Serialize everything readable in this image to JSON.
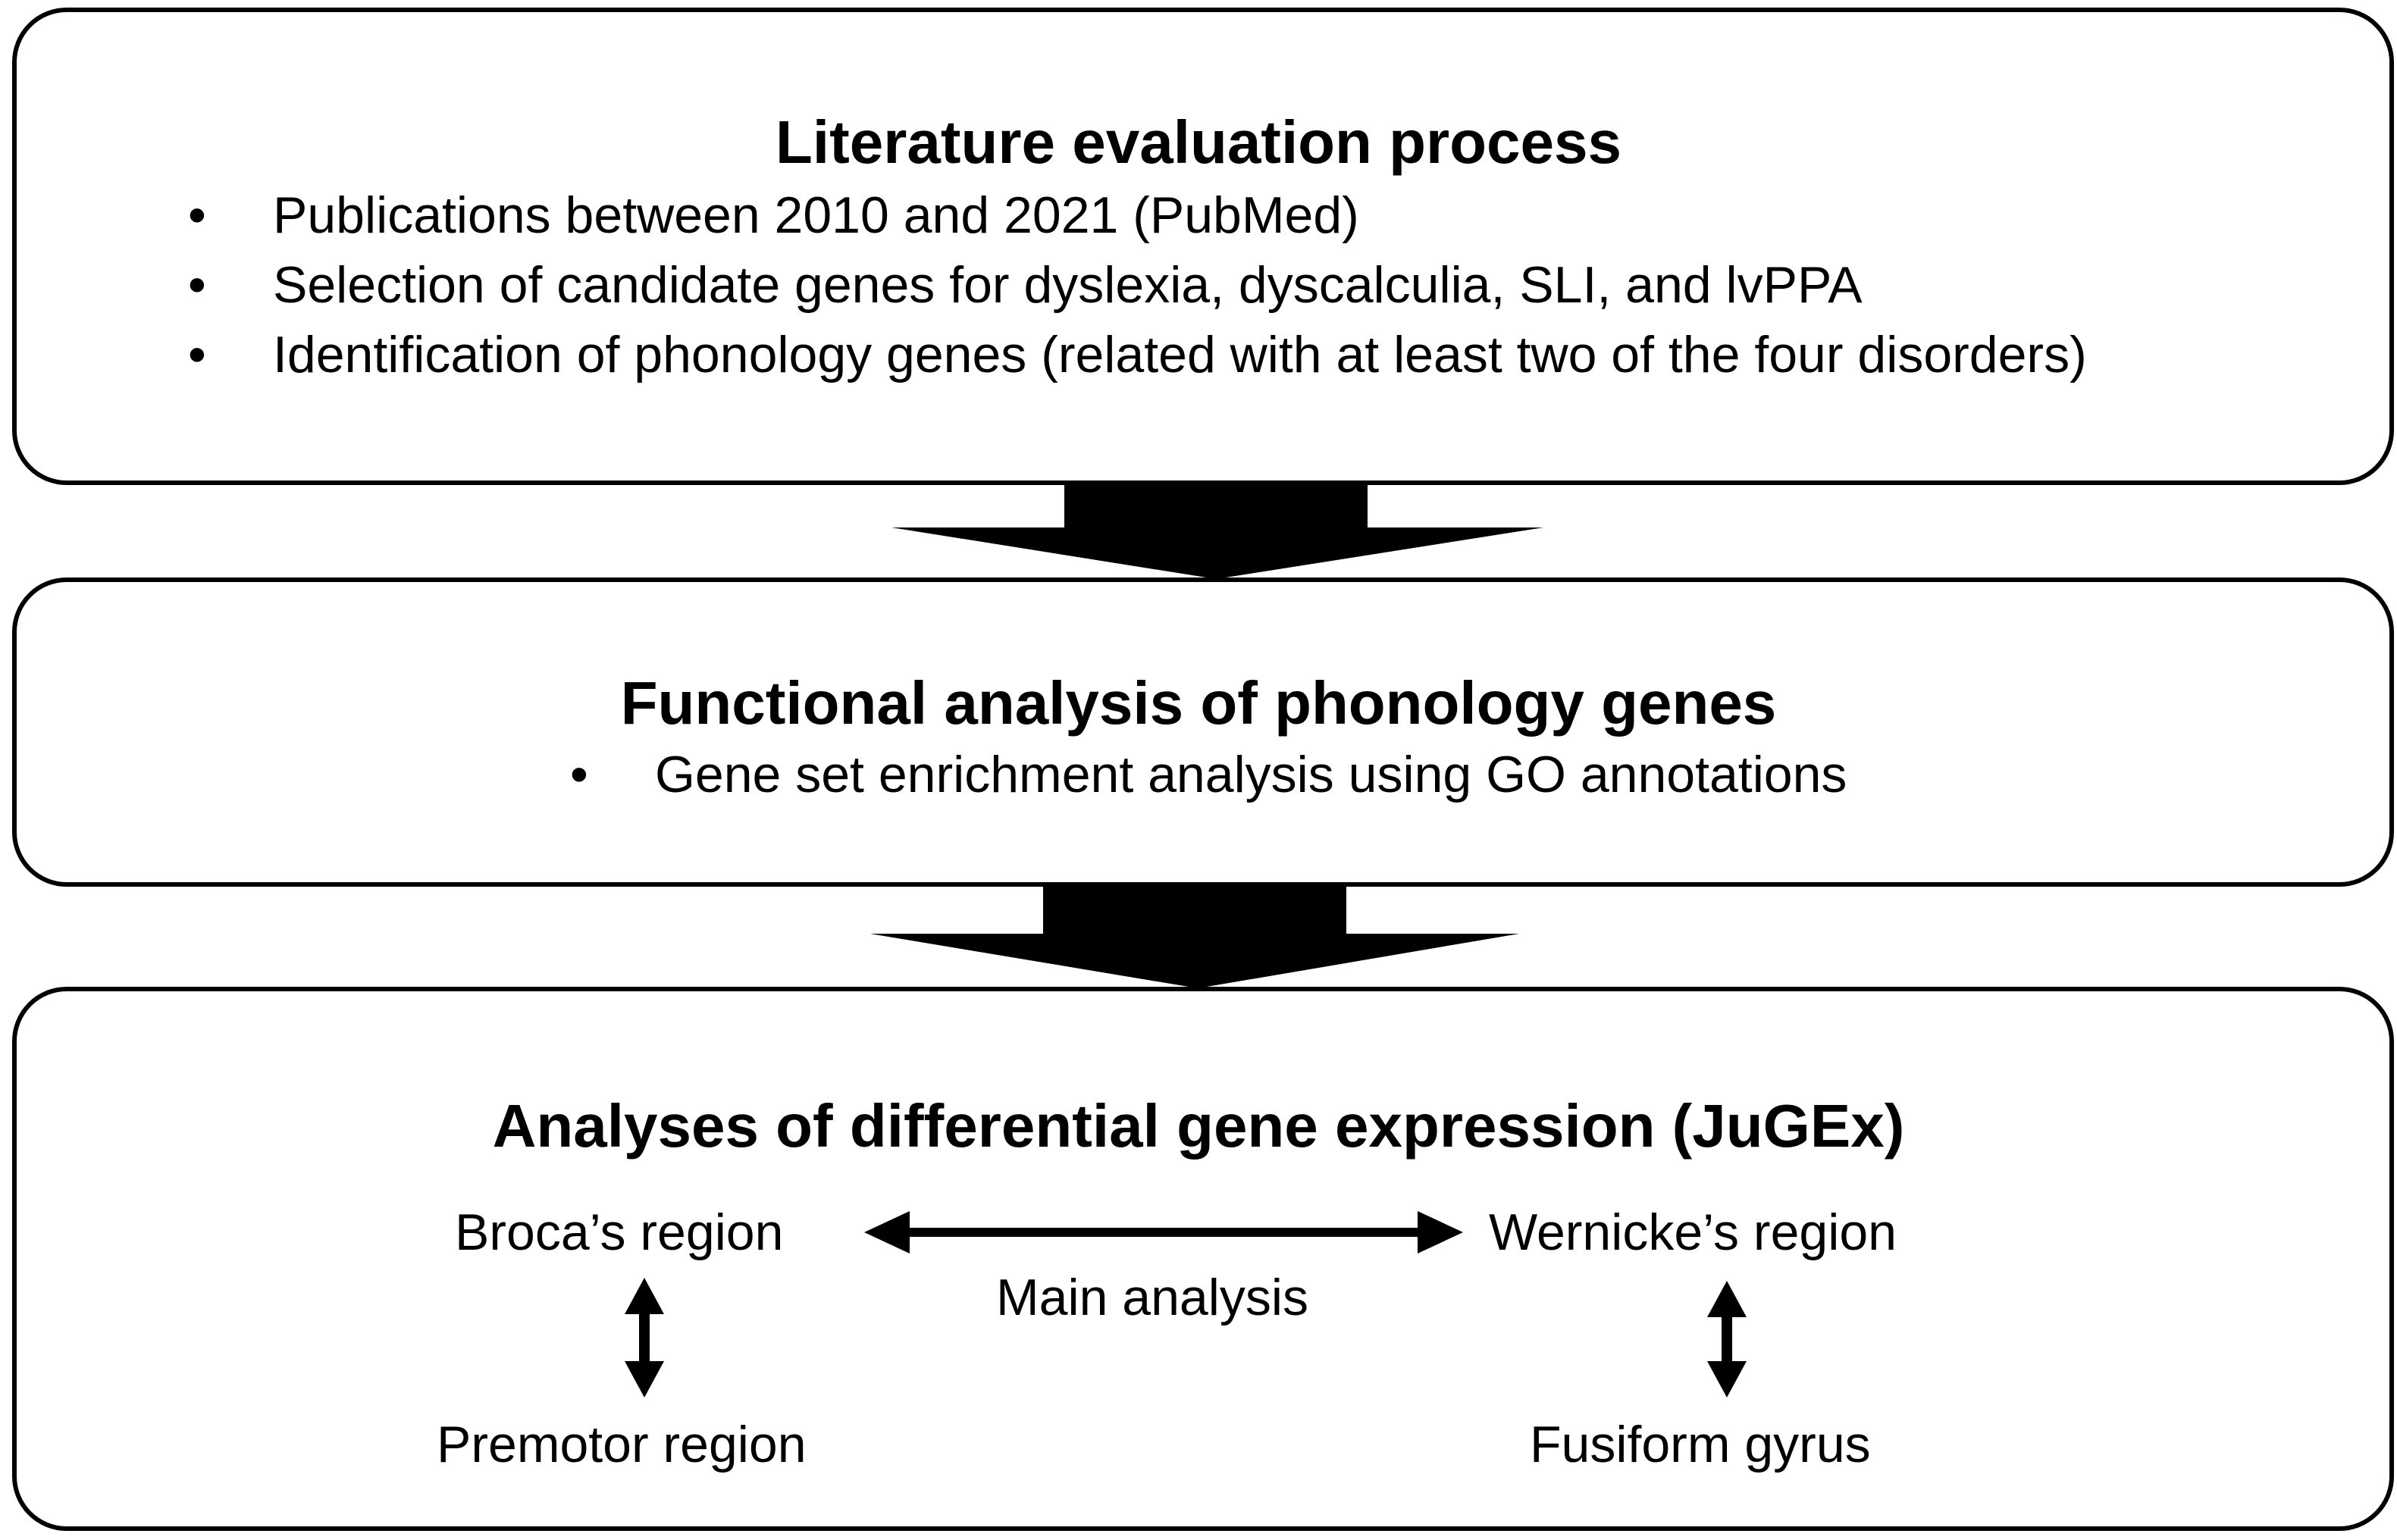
{
  "boxes": {
    "literature": {
      "title": "Literature evaluation process",
      "bullets": [
        "Publications between 2010 and 2021 (PubMed)",
        "Selection of candidate genes for dyslexia, dyscalculia, SLI, and lvPPA",
        "Identification of phonology genes (related with at least two of the four disorders)"
      ]
    },
    "functional": {
      "title": "Functional analysis of phonology genes",
      "bullets": [
        "Gene set enrichment analysis using GO annotations"
      ]
    },
    "jugex": {
      "title": "Analyses of differential gene expression (JuGEx)",
      "regions": {
        "broca": "Broca’s region",
        "wernicke": "Wernicke’s region",
        "premotor": "Premotor region",
        "fusiform": "Fusiform gyrus"
      },
      "main_analysis_label": "Main analysis"
    }
  },
  "bullet_glyph": "•",
  "colors": {
    "stroke": "#000000",
    "background": "#ffffff"
  }
}
